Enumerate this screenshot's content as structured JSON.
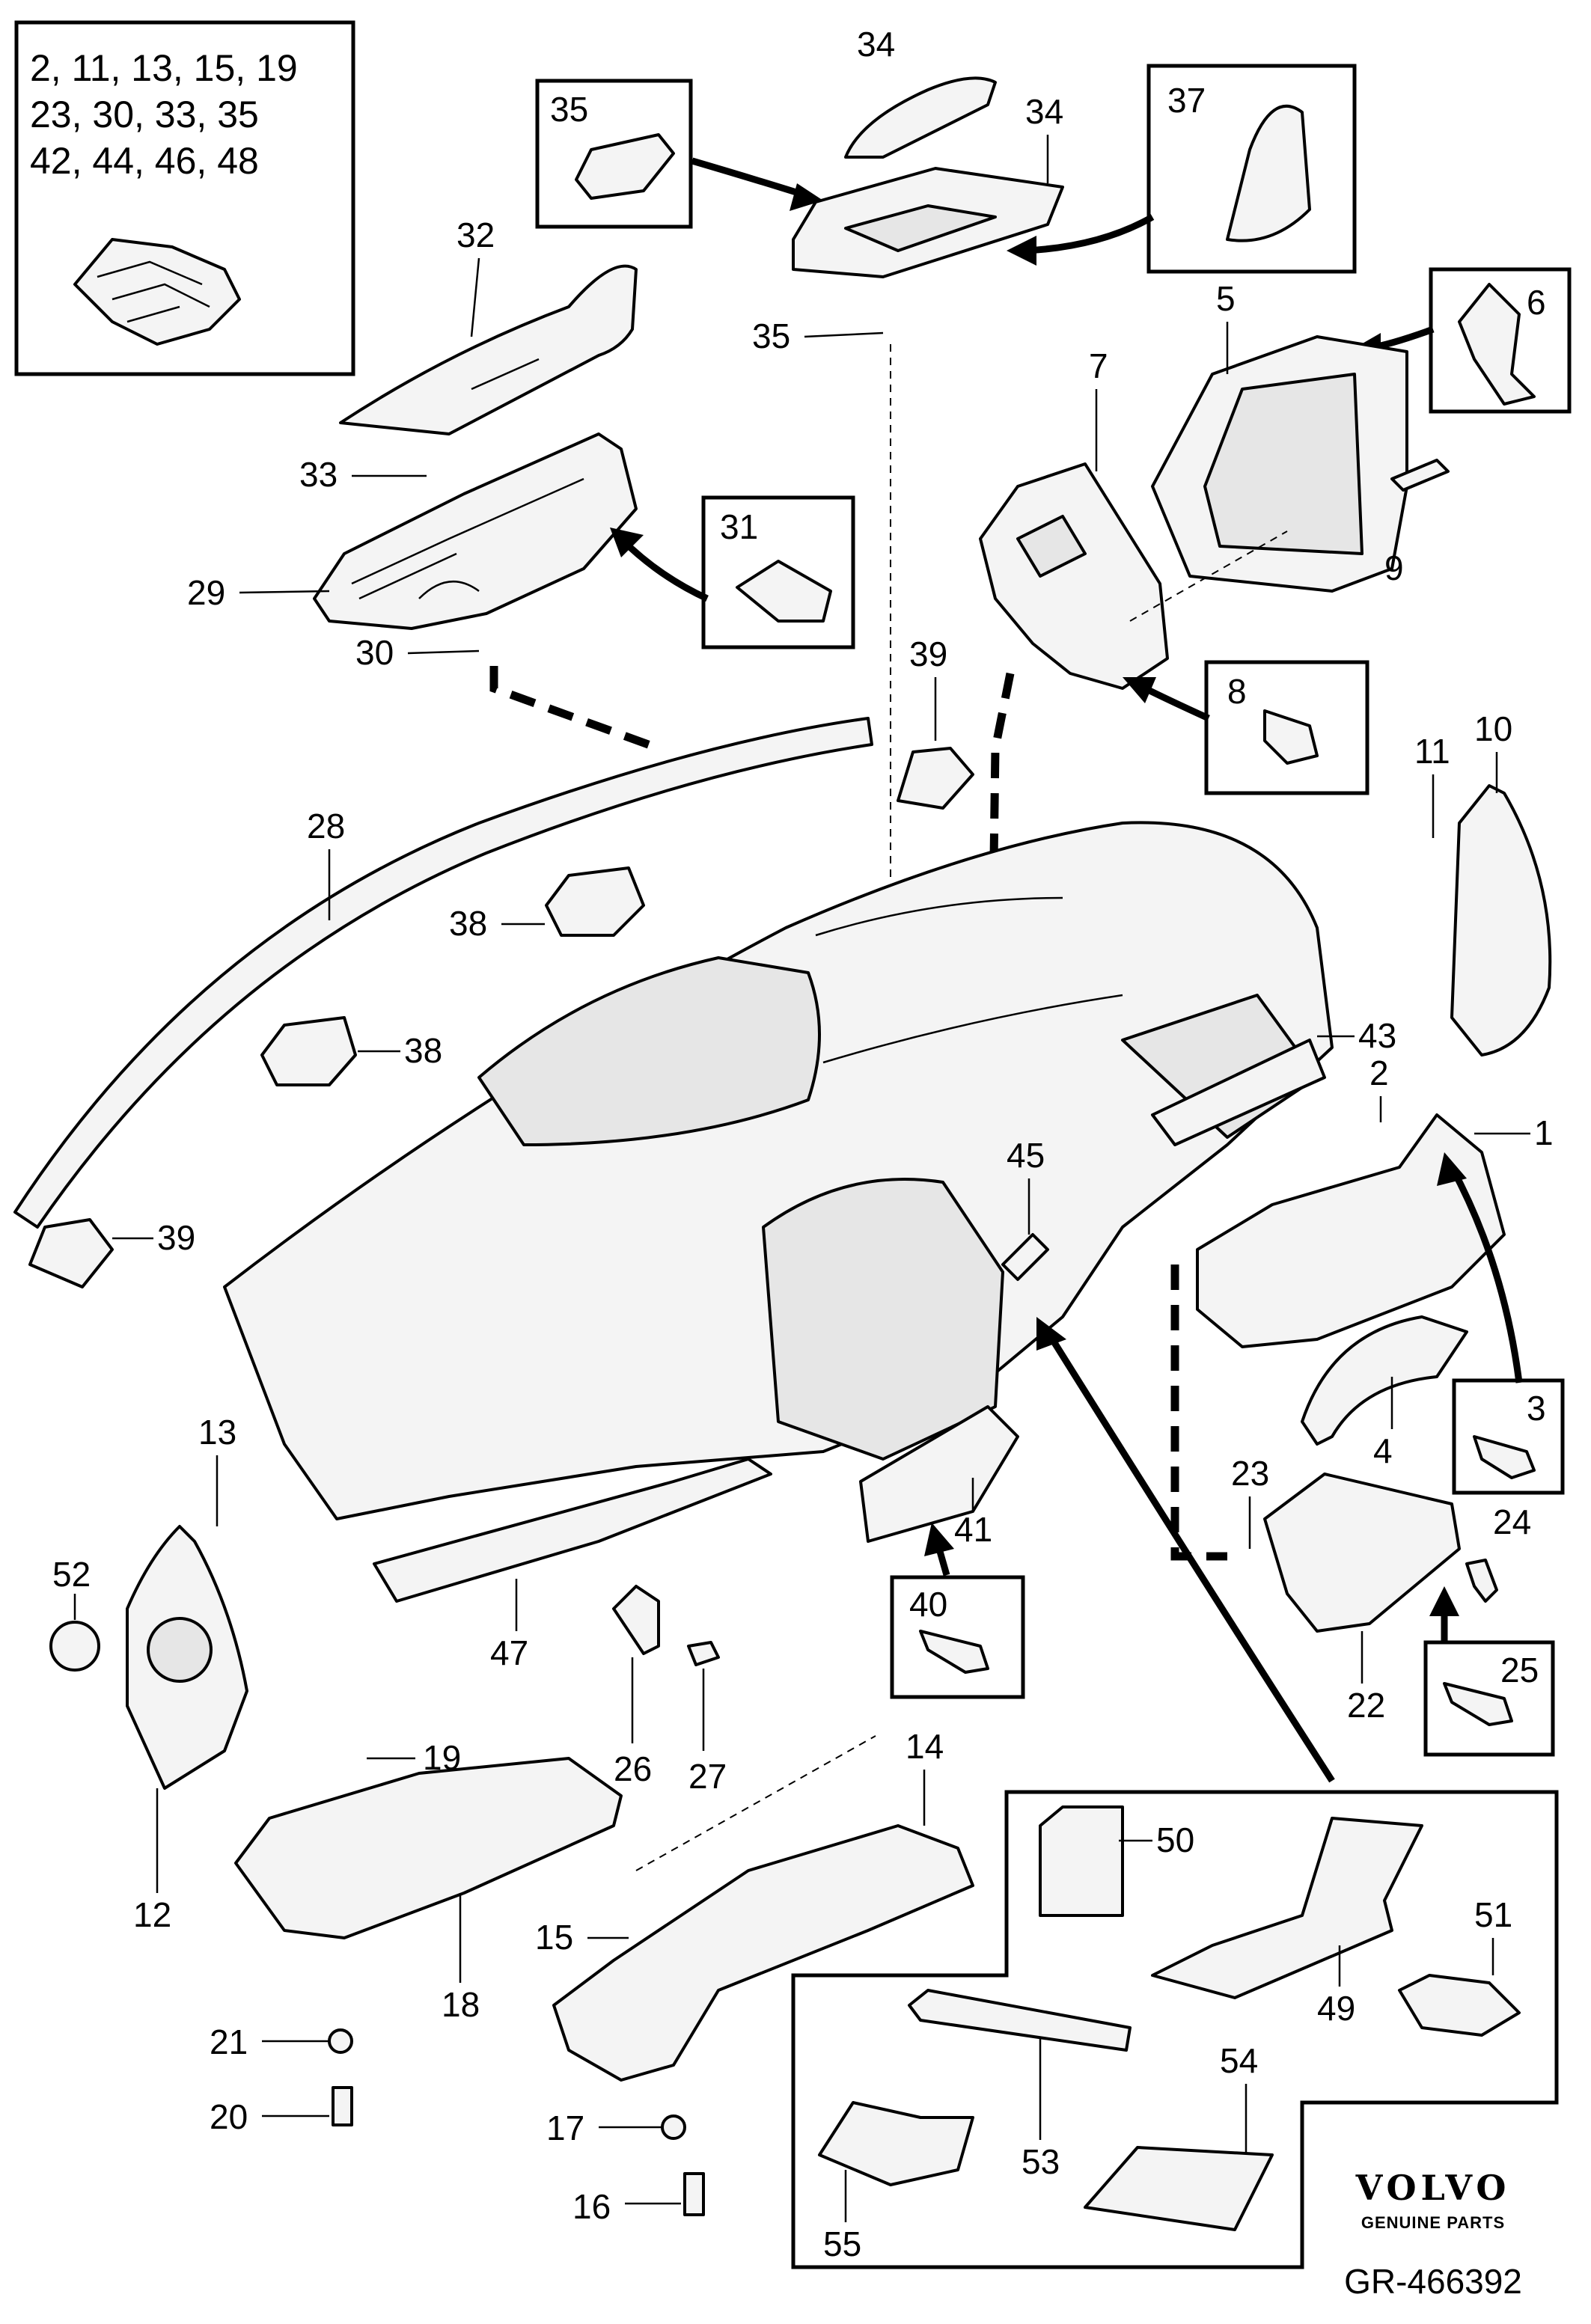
{
  "diagram": {
    "clip_legend": {
      "lines": [
        "2, 11, 13, 15, 19",
        "23, 30, 33, 35",
        "42, 44, 46, 48"
      ]
    },
    "labels": {
      "p1": "1",
      "p2": "2",
      "p3": "3",
      "p4": "4",
      "p5": "5",
      "p6": "6",
      "p7": "7",
      "p8": "8",
      "p9": "9",
      "p10": "10",
      "p11": "11",
      "p12": "12",
      "p13": "13",
      "p14": "14",
      "p15": "15",
      "p16": "16",
      "p17": "17",
      "p18": "18",
      "p19": "19",
      "p20": "20",
      "p21": "21",
      "p22": "22",
      "p23": "23",
      "p24": "24",
      "p25": "25",
      "p26": "26",
      "p27": "27",
      "p28": "28",
      "p29": "29",
      "p30": "30",
      "p31": "31",
      "p32": "32",
      "p33": "33",
      "p34a": "34",
      "p34b": "34",
      "p35a": "35",
      "p35b": "35",
      "p37": "37",
      "p38a": "38",
      "p38b": "38",
      "p39a": "39",
      "p39b": "39",
      "p40": "40",
      "p41": "41",
      "p43": "43",
      "p45": "45",
      "p47": "47",
      "p49": "49",
      "p50": "50",
      "p51": "51",
      "p52": "52",
      "p53": "53",
      "p54": "54",
      "p55": "55"
    },
    "brand": {
      "name": "VOLVO",
      "tagline": "GENUINE PARTS"
    },
    "reference": "GR-466392"
  }
}
